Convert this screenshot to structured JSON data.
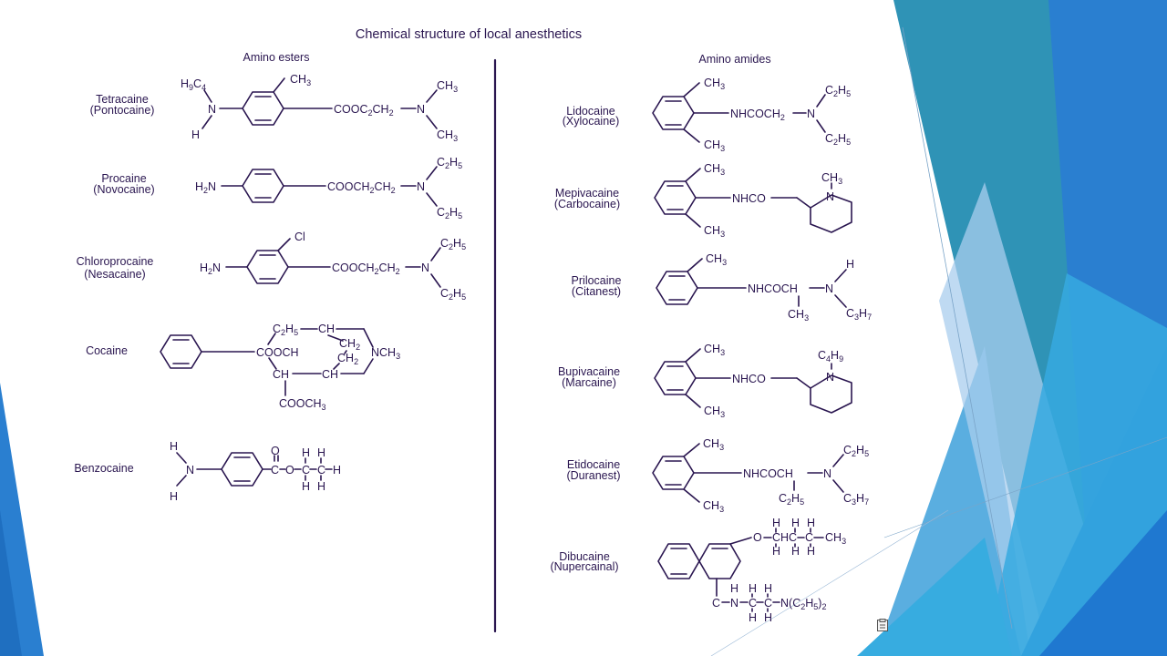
{
  "slide": {
    "title": "Chemical structure of local anesthetics",
    "left_heading": "Amino esters",
    "right_heading": "Amino amides"
  },
  "esters": [
    {
      "name": "Tetracaine",
      "brand": "(Pontocaine)"
    },
    {
      "name": "Procaine",
      "brand": "(Novocaine)"
    },
    {
      "name": "Chloroprocaine",
      "brand": "(Nesacaine)"
    },
    {
      "name": "Cocaine",
      "brand": ""
    },
    {
      "name": "Benzocaine",
      "brand": ""
    }
  ],
  "amides": [
    {
      "name": "Lidocaine",
      "brand": "(Xylocaine)"
    },
    {
      "name": "Mepivacaine",
      "brand": "(Carbocaine)"
    },
    {
      "name": "Prilocaine",
      "brand": "(Citanest)"
    },
    {
      "name": "Bupivacaine",
      "brand": "(Marcaine)"
    },
    {
      "name": "Etidocaine",
      "brand": "(Duranest)"
    },
    {
      "name": "Dibucaine",
      "brand": "(Nupercainal)"
    }
  ],
  "theme": {
    "ink": "#2a1650",
    "accent_blue": "#2a7fd0",
    "accent_teal": "#2f93b6",
    "accent_light": "#c6dcf0"
  }
}
